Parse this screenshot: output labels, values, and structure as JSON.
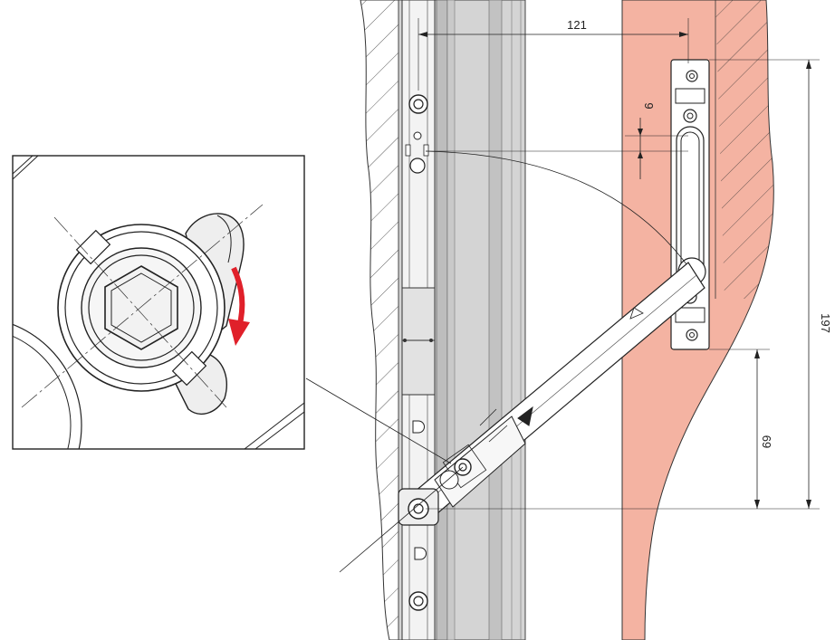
{
  "dimensions": {
    "horizontal_top": "121",
    "right_overall": "197",
    "right_lower": "69",
    "small_vertical": "9"
  },
  "colors": {
    "wall": "#f4b3a2",
    "frame": "#d4d4d4",
    "frame_dark": "#bdbdbd",
    "line": "#1a1a1a",
    "arrow": "#e0202a"
  }
}
